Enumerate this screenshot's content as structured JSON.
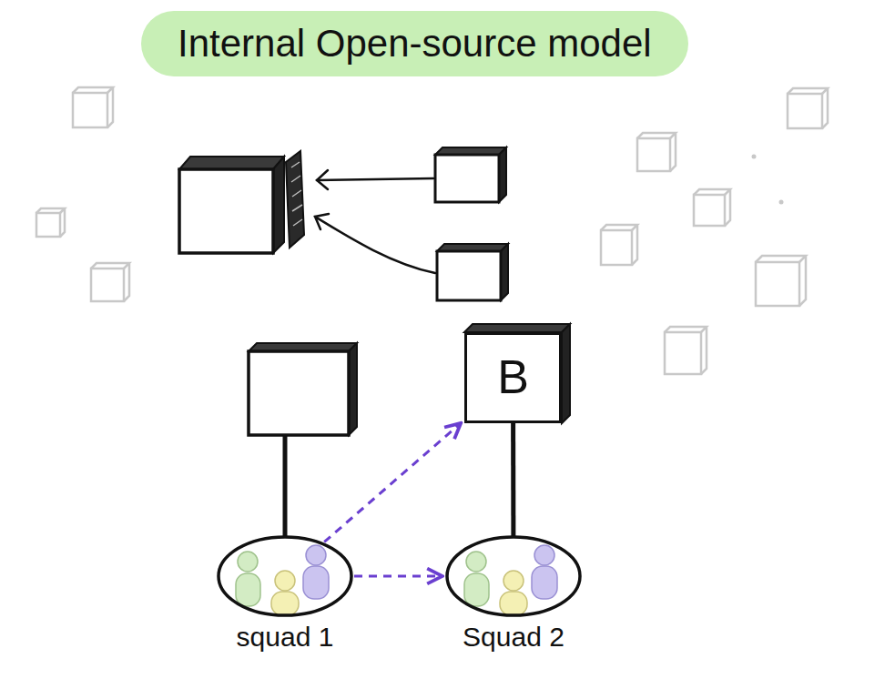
{
  "diagram": {
    "title": "Internal Open-source model",
    "nodes": [
      {
        "text": [
          "B"
        ]
      },
      {
        "text": [
          "squad 1"
        ]
      },
      {
        "text": [
          "Squad 2"
        ]
      }
    ],
    "edges": [
      {
        "from": 1,
        "to": 0,
        "arrow": "to"
      },
      {
        "from": 1,
        "to": 2,
        "arrow": "to"
      },
      {
        "from": 0,
        "to": 2,
        "arrow": "none"
      }
    ]
  }
}
